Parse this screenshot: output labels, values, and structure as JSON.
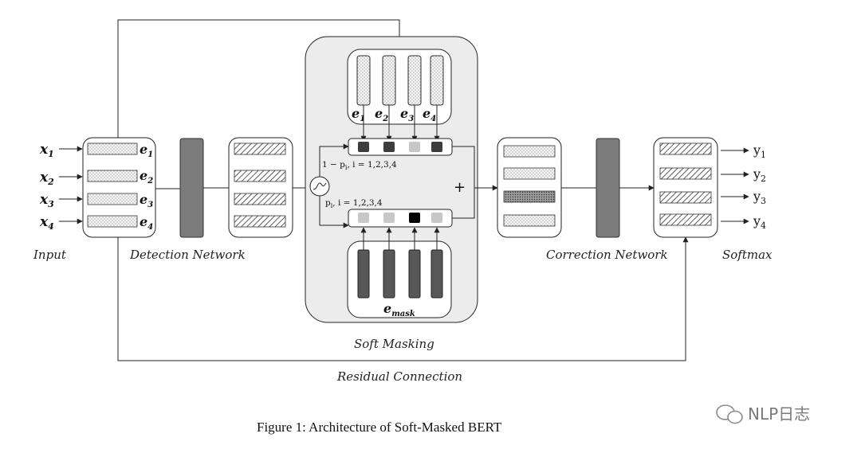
{
  "labels": {
    "input": "Input",
    "detection": "Detection Network",
    "correction": "Correction Network",
    "softmax": "Softmax",
    "soft_masking": "Soft Masking",
    "residual": "Residual Connection",
    "plus": "+",
    "p_top": "1 − p",
    "p_top_sub": "i",
    "p_top_rest": ", i = 1,2,3,4",
    "p_bot": "p",
    "p_bot_sub": "i",
    "p_bot_rest": ", i = 1,2,3,4",
    "emask": "e",
    "emask_sub": "mask"
  },
  "inputs": [
    {
      "base": "x",
      "sub": "1"
    },
    {
      "base": "x",
      "sub": "2"
    },
    {
      "base": "x",
      "sub": "3"
    },
    {
      "base": "x",
      "sub": "4"
    }
  ],
  "embeddings": [
    {
      "base": "e",
      "sub": "1"
    },
    {
      "base": "e",
      "sub": "2"
    },
    {
      "base": "e",
      "sub": "3"
    },
    {
      "base": "e",
      "sub": "4"
    }
  ],
  "outputs": [
    {
      "base": "y",
      "sub": "1"
    },
    {
      "base": "y",
      "sub": "2"
    },
    {
      "base": "y",
      "sub": "3"
    },
    {
      "base": "y",
      "sub": "4"
    }
  ],
  "caption": "Figure 1: Architecture of Soft-Masked BERT",
  "watermark": "NLP日志",
  "colors": {
    "network_block": "#7b7b7b",
    "soft_panel": "#ececec",
    "dark_cell": "#3d3d3d",
    "light_cell": "#c7c7c7",
    "black_cell": "#000000",
    "mask_bar": "#575757"
  }
}
